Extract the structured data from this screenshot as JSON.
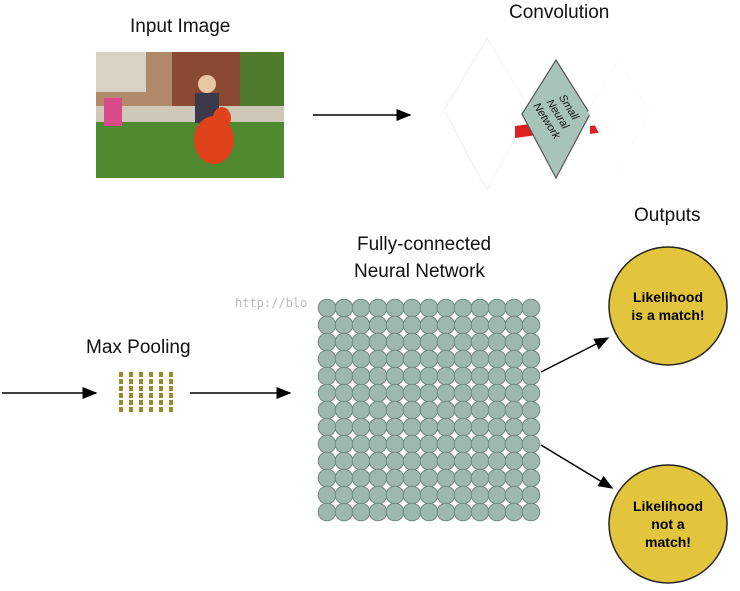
{
  "labels": {
    "input_image": "Input Image",
    "convolution": "Convolution",
    "outputs": "Outputs",
    "fc_line1": "Fully-connected",
    "fc_line2": "Neural Network",
    "max_pooling": "Max Pooling"
  },
  "small_network": {
    "line1": "Small",
    "line2": "Neural",
    "line3": "Network"
  },
  "outputs": [
    {
      "line1": "Likelihood",
      "line2": "is a match!",
      "line3": ""
    },
    {
      "line1": "Likelihood",
      "line2": "not a",
      "line3": "match!"
    }
  ],
  "watermark": "http://blo",
  "colors": {
    "neuron_fill": "#9fb8ad",
    "neuron_stroke": "#6f8b82",
    "output_fill": "#e2c43d",
    "pool_fill": "#9b8a2a",
    "conv_arrow": "#e02020"
  }
}
